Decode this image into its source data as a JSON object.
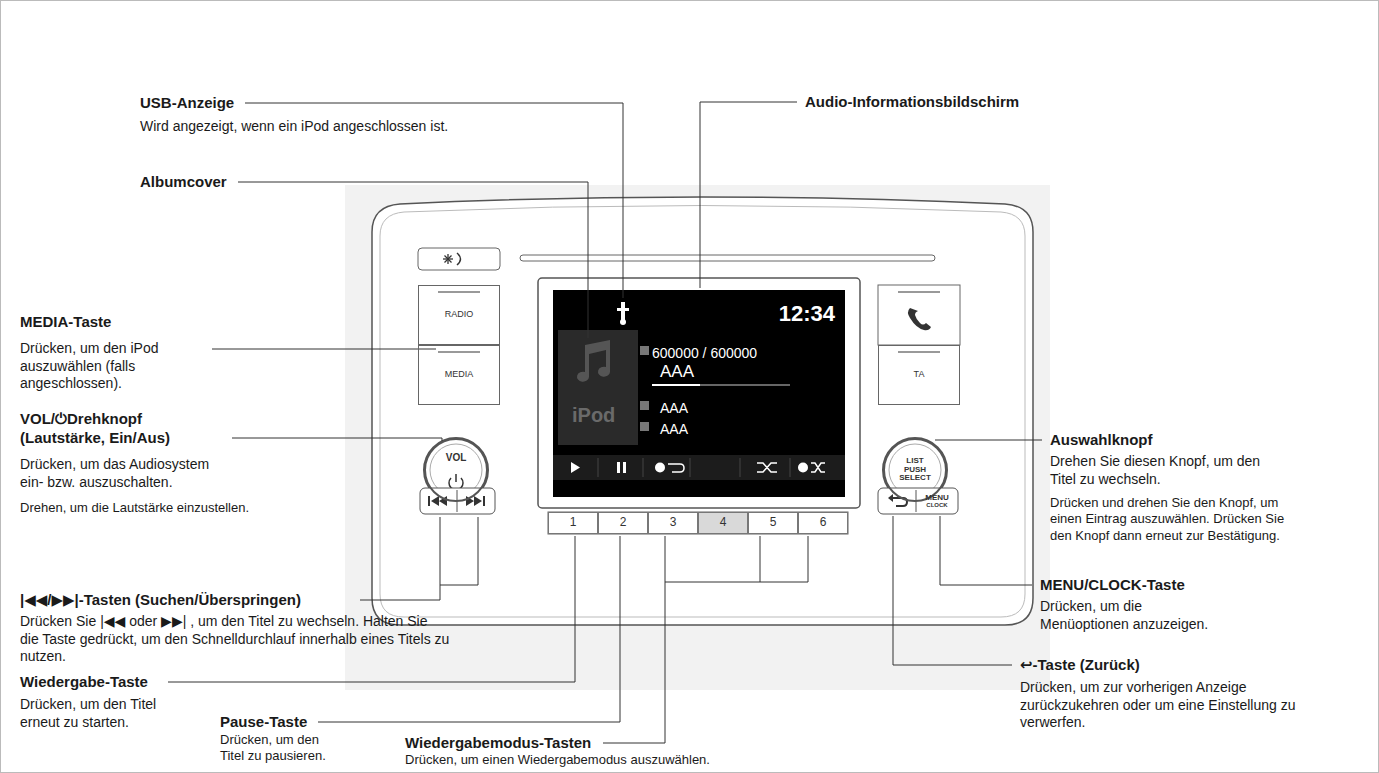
{
  "diagram": {
    "nodes": [
      {
        "text": [
          "RADIO"
        ]
      },
      {
        "text": [
          "MEDIA"
        ]
      },
      {
        "text": [
          "VOL"
        ]
      },
      {
        "text": [
          "12:34",
          "600000 / 600000",
          "AAA",
          "AAA",
          "AAA"
        ]
      },
      {
        "text": [
          "iPod"
        ],
        "in": 3
      },
      {
        "text": [
          "1"
        ]
      },
      {
        "text": [
          "2"
        ]
      },
      {
        "text": [
          "3"
        ]
      },
      {
        "text": [
          "4"
        ]
      },
      {
        "text": [
          "5"
        ]
      },
      {
        "text": [
          "6"
        ]
      },
      {
        "text": [
          "TA"
        ]
      },
      {
        "text": [
          "LIST PUSH SELECT"
        ]
      },
      {
        "text": [
          "MENU",
          "CLOCK"
        ]
      }
    ],
    "labels": [
      "USB-Anzeige",
      "Wird angezeigt, wenn ein iPod angeschlossen ist.",
      "Audio-Informationsbildschirm",
      "Albumcover",
      "MEDIA-Taste",
      "Drücken, um den iPod auszuwählen (falls angeschlossen).",
      "VOL/⏻Drehknopf (Lautstärke, Ein/Aus)",
      "Drücken, um das Audiosystem ein- bzw. auszuschalten.",
      "Drehen, um die Lautstärke einzustellen.",
      "|◀◀/▶▶|-Tasten (Suchen/Überspringen)",
      "Drücken Sie |◀◀ oder ▶▶| , um den Titel zu wechseln. Halten Sie die Taste gedrückt, um den Schnelldurchlauf innerhalb eines Titels zu nutzen.",
      "Wiedergabe-Taste",
      "Drücken, um den Titel erneut zu starten.",
      "Pause-Taste",
      "Drücken, um den Titel zu pausieren.",
      "Wiedergabemodus-Tasten",
      "Drücken, um einen Wiedergabemodus auszuwählen.",
      "Auswahlknopf",
      "Drehen Sie diesen Knopf, um den Titel zu wechseln.",
      "Drücken und drehen Sie den Knopf, um einen Eintrag auszuwählen. Drücken Sie den Knopf dann erneut zur Bestätigung.",
      "MENU/CLOCK-Taste",
      "Drücken, um die Menüoptionen anzuzeigen.",
      "↩-Taste (Zurück)",
      "Drücken, um zur vorherigen Anzeige zurückzukehren oder um eine Einstellung zu verwerfen."
    ]
  }
}
